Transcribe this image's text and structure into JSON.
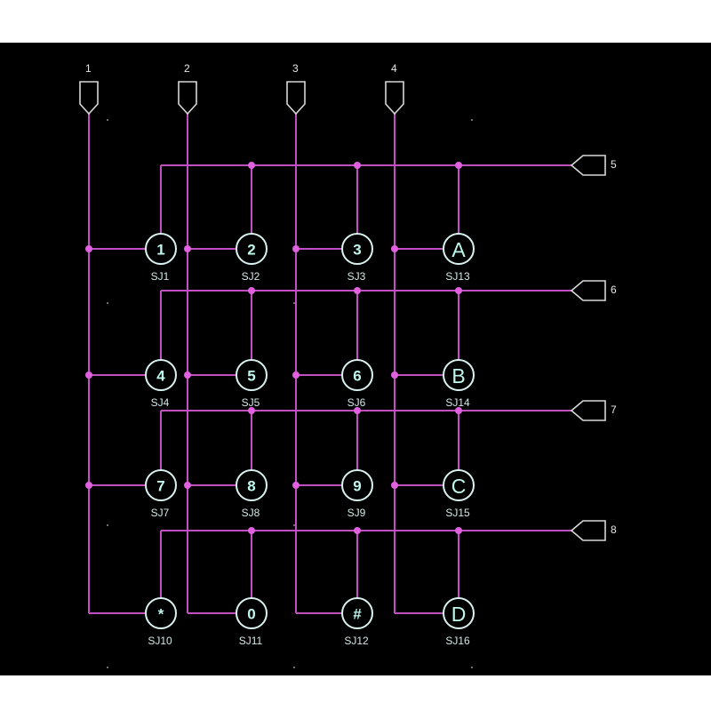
{
  "colors": {
    "wire": "#c24fc2",
    "junction": "#e060e0",
    "port": "#d8d8d8",
    "switch_outline": "#d9f2f0",
    "switch_text": "#bff7ee",
    "background": "#000000"
  },
  "column_ports": [
    {
      "label": "1",
      "shape": "pentagon-down-icon"
    },
    {
      "label": "2",
      "shape": "pentagon-down-icon"
    },
    {
      "label": "3",
      "shape": "pentagon-down-icon"
    },
    {
      "label": "4",
      "shape": "pentagon-down-icon"
    }
  ],
  "row_ports": [
    {
      "label": "5",
      "shape": "pentagon-left-icon"
    },
    {
      "label": "6",
      "shape": "pentagon-left-icon"
    },
    {
      "label": "7",
      "shape": "pentagon-left-icon"
    },
    {
      "label": "8",
      "shape": "pentagon-left-icon"
    }
  ],
  "switches": [
    {
      "key": "1",
      "ref": "SJ1"
    },
    {
      "key": "2",
      "ref": "SJ2"
    },
    {
      "key": "3",
      "ref": "SJ3"
    },
    {
      "key": "A",
      "ref": "SJ13"
    },
    {
      "key": "4",
      "ref": "SJ4"
    },
    {
      "key": "5",
      "ref": "SJ5"
    },
    {
      "key": "6",
      "ref": "SJ6"
    },
    {
      "key": "B",
      "ref": "SJ14"
    },
    {
      "key": "7",
      "ref": "SJ7"
    },
    {
      "key": "8",
      "ref": "SJ8"
    },
    {
      "key": "9",
      "ref": "SJ9"
    },
    {
      "key": "C",
      "ref": "SJ15"
    },
    {
      "key": "*",
      "ref": "SJ10"
    },
    {
      "key": "0",
      "ref": "SJ11"
    },
    {
      "key": "#",
      "ref": "SJ12"
    },
    {
      "key": "D",
      "ref": "SJ16"
    }
  ]
}
